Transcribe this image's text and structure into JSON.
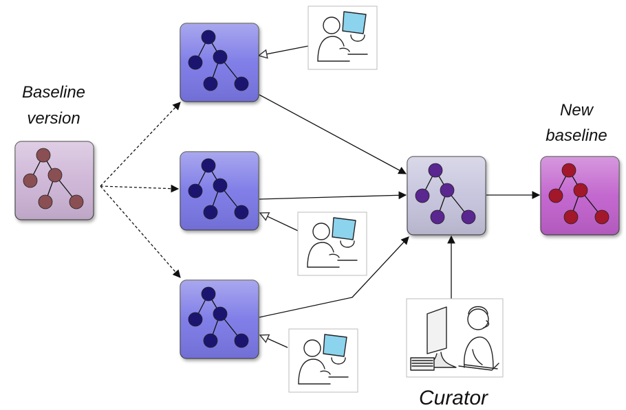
{
  "labels": {
    "baseline": [
      "Baseline",
      "version"
    ],
    "new_baseline": [
      "New",
      "baseline"
    ],
    "curator": "Curator"
  },
  "colors": {
    "baseline_box": "#cdb4d6",
    "baseline_node": "#8a4f52",
    "branch_box": "#7a78e6",
    "branch_node": "#1c1570",
    "merge_box": "#c5c3dc",
    "merge_node": "#5a2690",
    "new_box": "#c060cc",
    "new_node": "#a3172a",
    "screen": "#7fd0ee"
  },
  "icons": {
    "tree": "tree-icon",
    "editor": "person-at-computer-icon",
    "curator": "curator-at-workstation-icon"
  }
}
